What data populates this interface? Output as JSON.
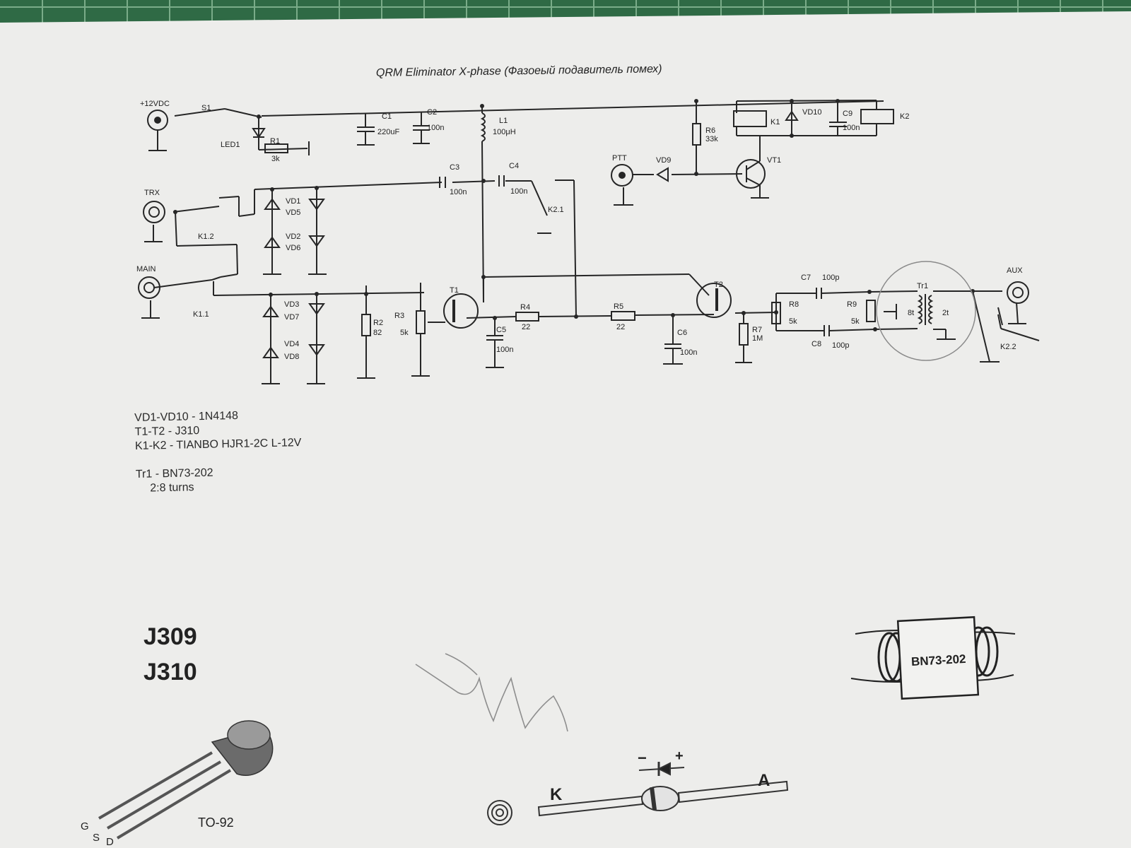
{
  "title": "QRM Eliminator X-phase (Фазоеый подавитель помех)",
  "connectors": {
    "power": "+12VDC",
    "trx": "TRX",
    "main": "MAIN",
    "ptt": "PTT",
    "aux": "AUX"
  },
  "components": {
    "s1": "S1",
    "led1": "LED1",
    "r1": "R1",
    "r1_val": "3k",
    "c1": "C1",
    "c1_val": "220uF",
    "c2": "C2",
    "c2_val": "100n",
    "l1": "L1",
    "l1_val": "100μH",
    "r6": "R6",
    "r6_val": "33k",
    "k1": "K1",
    "vd10": "VD10",
    "c9": "C9",
    "c9_val": "100n",
    "k2": "K2",
    "vd9": "VD9",
    "vt1": "VT1",
    "c3": "C3",
    "c3_val": "100n",
    "c4": "C4",
    "c4_val": "100n",
    "k2_1": "K2.1",
    "vd1": "VD1",
    "vd5": "VD5",
    "vd2": "VD2",
    "vd6": "VD6",
    "vd3": "VD3",
    "vd7": "VD7",
    "vd4": "VD4",
    "vd8": "VD8",
    "k1_2": "K1.2",
    "k1_1": "K1.1",
    "r2": "R2",
    "r2_val": "82",
    "r3": "R3",
    "r3_val": "5k",
    "t1": "T1",
    "t2": "T2",
    "r4": "R4",
    "r4_val": "22",
    "c5": "C5",
    "c5_val": "100n",
    "r5": "R5",
    "r5_val": "22",
    "c6": "C6",
    "c6_val": "100n",
    "r7": "R7",
    "r7_val": "1M",
    "r8": "R8",
    "r8_val": "5k",
    "c7": "C7",
    "c7_val": "100p",
    "c8": "C8",
    "c8_val": "100p",
    "r9": "R9",
    "r9_val": "5k",
    "tr1": "Tr1",
    "tr1_w1": "8t",
    "tr1_w2": "2t",
    "k2_2": "K2.2"
  },
  "parts_list": [
    "VD1-VD10 - 1N4148",
    "T1-T2 - J310",
    "K1-K2 - TIANBO HJR1-2C L-12V",
    "",
    "Tr1 - BN73-202",
    "2:8 turns"
  ],
  "transistor": {
    "part1": "J309",
    "part2": "J310",
    "package": "TO-92",
    "pin_g": "G",
    "pin_s": "S",
    "pin_d": "D"
  },
  "core_label": "BN73-202",
  "diode_pinout": {
    "minus": "−",
    "plus": "+",
    "k": "K",
    "a": "A"
  }
}
